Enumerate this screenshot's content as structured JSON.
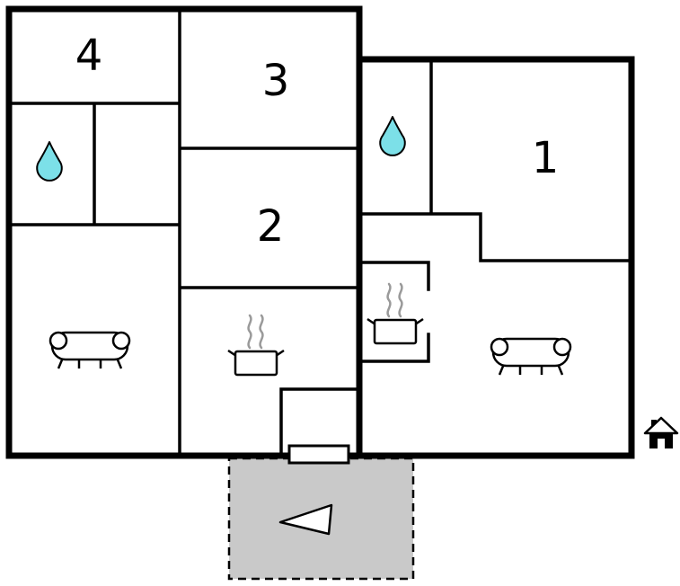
{
  "page": {
    "type": "floor-plan"
  },
  "rooms": {
    "room1": {
      "label": "1"
    },
    "room2": {
      "label": "2"
    },
    "room3": {
      "label": "3"
    },
    "room4": {
      "label": "4"
    }
  },
  "icons": {
    "water_drop": "water-drop",
    "sofa": "sofa",
    "cooking_pot": "cooking-pot",
    "house": "house-entrance-marker",
    "terrace_arrow": "direction-arrow"
  },
  "colors": {
    "wall": "#000000",
    "background": "#ffffff",
    "water_drop_fill": "#7ce0e8",
    "terrace_fill": "#c9c9c9",
    "steam": "#9a9a9a"
  }
}
